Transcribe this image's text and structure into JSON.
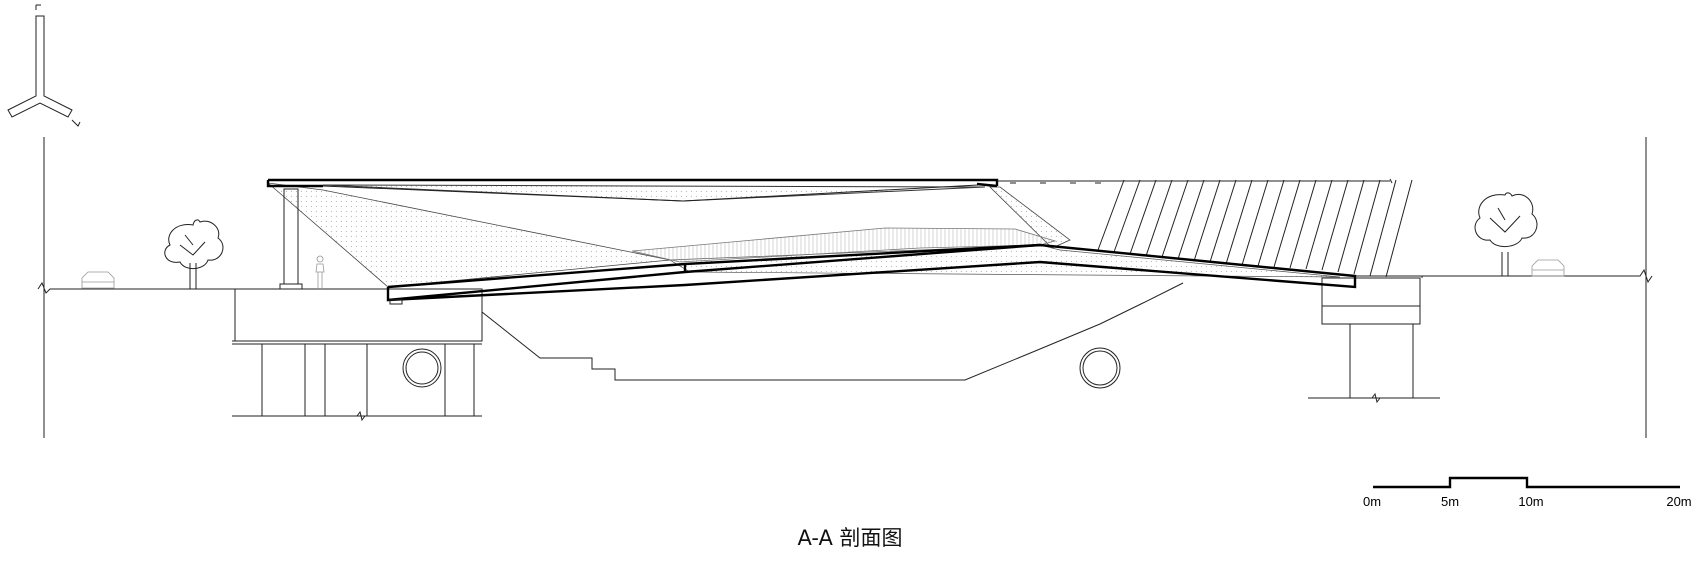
{
  "drawing": {
    "title": "A-A 剖面图",
    "scale_bar": {
      "labels": [
        "0m",
        "5m",
        "10m",
        "20m"
      ]
    }
  }
}
